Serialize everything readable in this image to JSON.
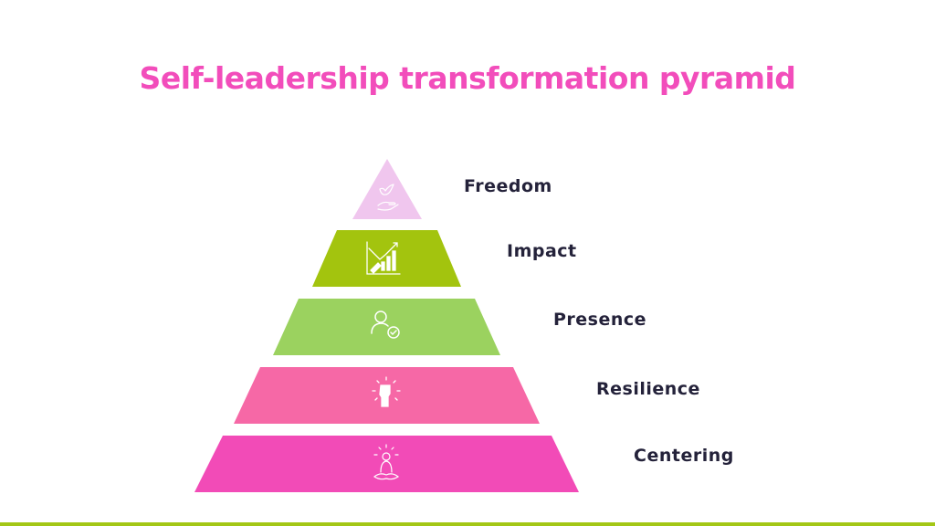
{
  "title": "Self-leadership transformation pyramid",
  "colors": {
    "title": "#f24dbb",
    "label": "#24223a",
    "bottom_bar": "#a3c716"
  },
  "tiers": [
    {
      "label": "Freedom",
      "icon": "dove-hand-icon",
      "color": "#f0c6ee"
    },
    {
      "label": "Impact",
      "icon": "growth-chart-icon",
      "color": "#a3c40e"
    },
    {
      "label": "Presence",
      "icon": "user-check-icon",
      "color": "#9bd25f"
    },
    {
      "label": "Resilience",
      "icon": "raised-fist-icon",
      "color": "#f668a6"
    },
    {
      "label": "Centering",
      "icon": "meditation-icon",
      "color": "#f24bb7"
    }
  ]
}
